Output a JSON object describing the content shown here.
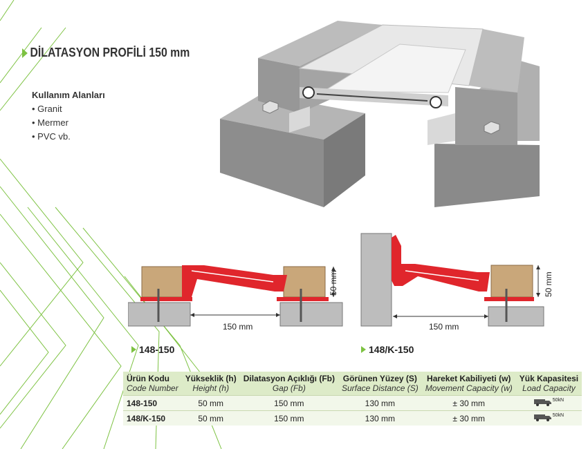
{
  "header": {
    "title": "DİLATASYON PROFİLİ 150 mm"
  },
  "usage": {
    "heading": "Kullanım Alanları",
    "items": [
      "Granit",
      "Mermer",
      "PVC vb."
    ]
  },
  "diagrams": [
    {
      "code": "148-150",
      "gap_label": "150 mm",
      "height_label": "50 mm"
    },
    {
      "code": "148/K-150",
      "gap_label": "150 mm",
      "height_label": "50 mm"
    }
  ],
  "table": {
    "headers": [
      {
        "tr": "Ürün Kodu",
        "en": "Code Number"
      },
      {
        "tr": "Yükseklik (h)",
        "en": "Height (h)"
      },
      {
        "tr": "Dilatasyon Açıklığı (Fb)",
        "en": "Gap (Fb)"
      },
      {
        "tr": "Görünen Yüzey (S)",
        "en": "Surface Distance (S)"
      },
      {
        "tr": "Hareket Kabiliyeti (w)",
        "en": "Movement Capacity (w)"
      },
      {
        "tr": "Yük Kapasitesi",
        "en": "Load Capacity"
      }
    ],
    "rows": [
      [
        "148-150",
        "50 mm",
        "150 mm",
        "130 mm",
        "± 30 mm",
        "50kN"
      ],
      [
        "148/K-150",
        "50 mm",
        "150 mm",
        "130 mm",
        "± 30 mm",
        "50kN"
      ]
    ]
  },
  "colors": {
    "accent": "#7dc242",
    "profile_red": "#e0262c",
    "concrete": "#9a9a9a",
    "header_bg": "#ddebc8"
  },
  "icons": [
    "truck-icon",
    "bolt-icon"
  ]
}
